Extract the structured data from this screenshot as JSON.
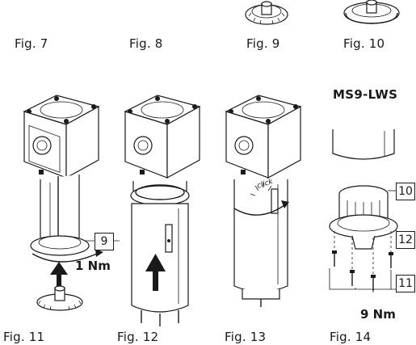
{
  "captions": {
    "fig7": "Fig. 7",
    "fig8": "Fig. 8",
    "fig9": "Fig. 9",
    "fig10": "Fig. 10",
    "fig11": "Fig. 11",
    "fig12": "Fig. 12",
    "fig13": "Fig. 13",
    "fig14": "Fig. 14"
  },
  "heading": "MS9-LWS",
  "callouts": {
    "fig11": "9",
    "fig14_top": "10",
    "fig14_mid": "12",
    "fig14_bottom": "11"
  },
  "torques": {
    "fig11": "1 Nm",
    "fig14": "9 Nm"
  },
  "click_label": "click"
}
